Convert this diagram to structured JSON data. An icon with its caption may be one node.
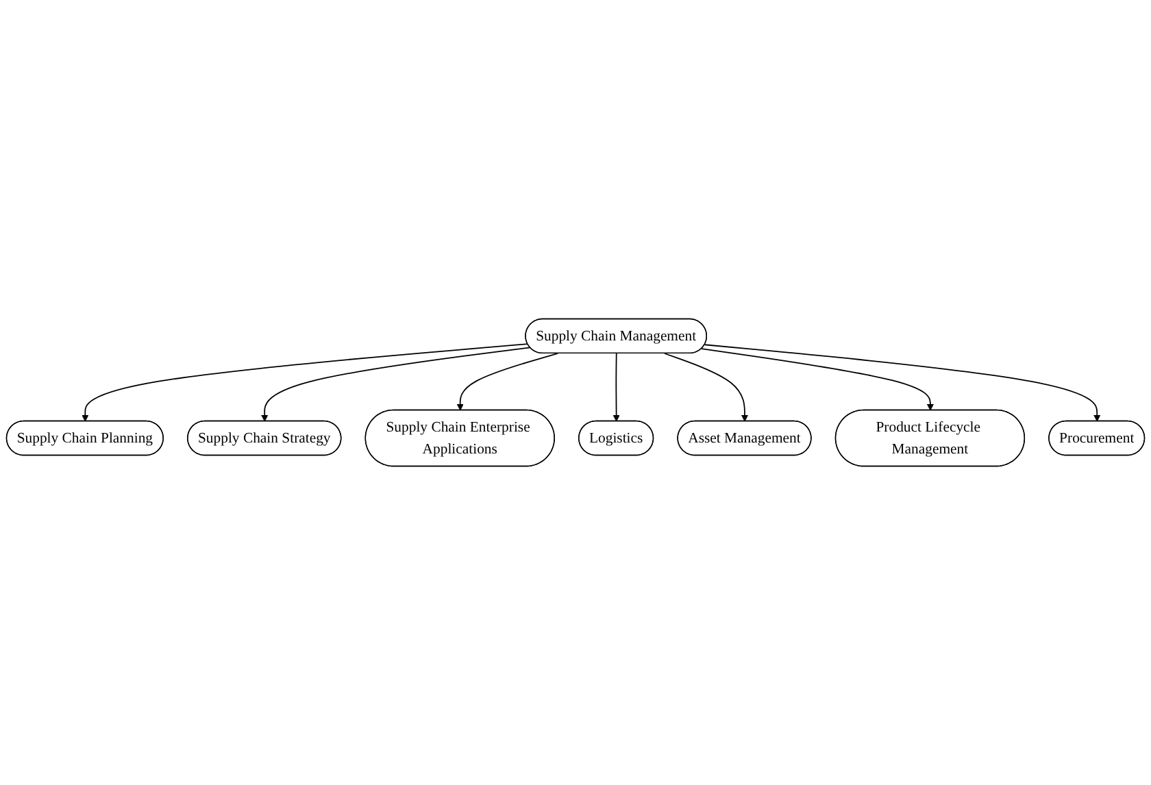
{
  "diagram": {
    "nodes": [
      {
        "text": [
          "Supply Chain Planning"
        ]
      },
      {
        "text": [
          "Supply Chain Strategy"
        ]
      },
      {
        "text": [
          "Supply Chain Enterprise Applications"
        ]
      },
      {
        "text": [
          "Supply Chain Management"
        ]
      },
      {
        "text": [
          "Logistics"
        ]
      },
      {
        "text": [
          "Asset Management"
        ]
      },
      {
        "text": [
          "Product Lifecycle Management"
        ]
      },
      {
        "text": [
          "Procurement"
        ]
      }
    ],
    "edges": [
      {
        "from": 3,
        "to": 0,
        "arrow": "to"
      },
      {
        "from": 3,
        "to": 1,
        "arrow": "to"
      },
      {
        "from": 3,
        "to": 2,
        "arrow": "to"
      },
      {
        "from": 3,
        "to": 4,
        "arrow": "to"
      },
      {
        "from": 3,
        "to": 5,
        "arrow": "to"
      },
      {
        "from": 3,
        "to": 6,
        "arrow": "to"
      },
      {
        "from": 3,
        "to": 7,
        "arrow": "to"
      }
    ]
  }
}
